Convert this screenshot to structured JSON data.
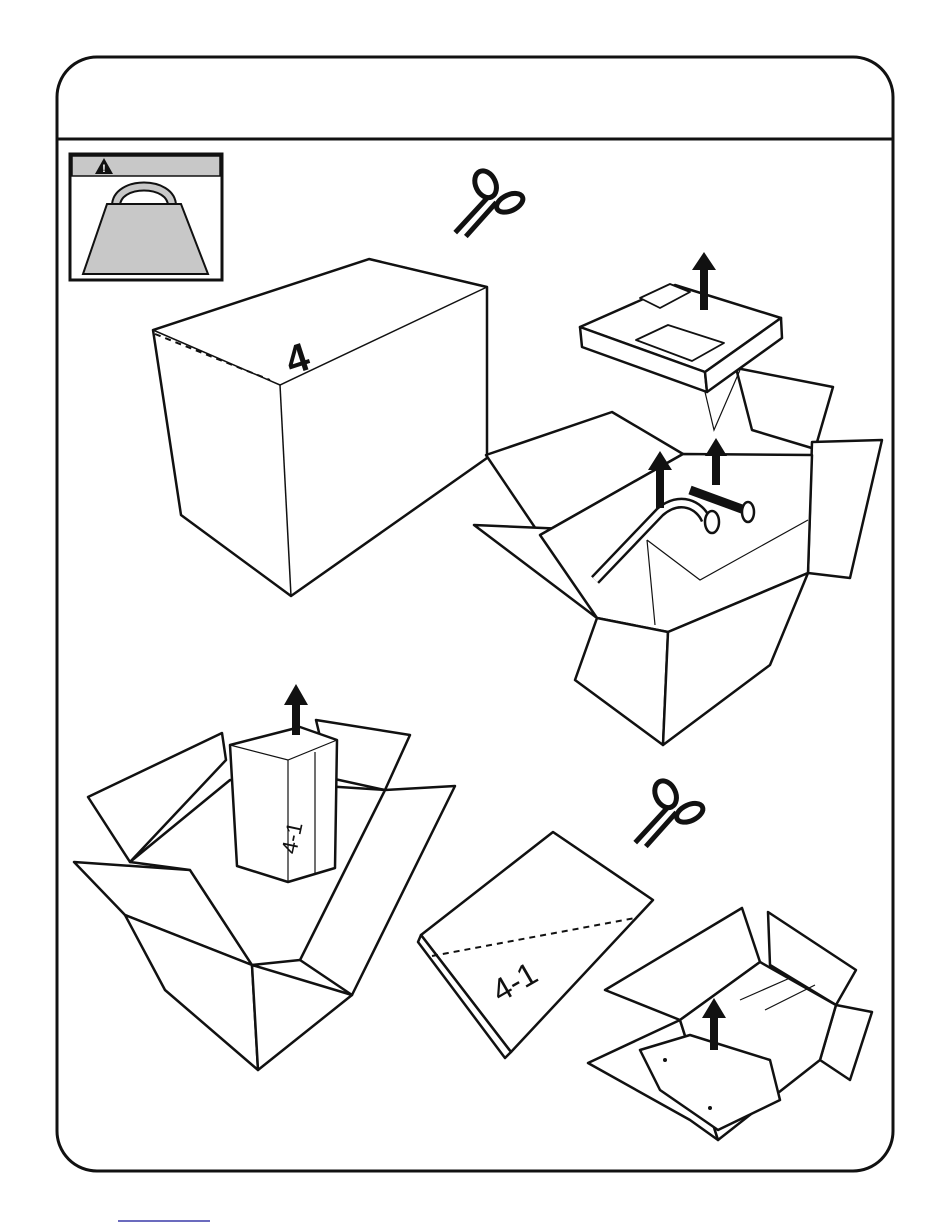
{
  "panel": {
    "title": "",
    "warning_symbol": "!"
  },
  "step_boxes": {
    "main_box_label": "4",
    "small_box_label": "4-1",
    "inner_box_label": "4-1"
  },
  "icons": [
    "warning-icon",
    "heavy-weight-icon",
    "scissors-icon",
    "up-arrow-icon"
  ],
  "colors": {
    "line": "#111111",
    "weight_fill": "#c8c8c8",
    "warning_header": "#c8c8c8",
    "footer_rule": "#3a3aa8"
  }
}
